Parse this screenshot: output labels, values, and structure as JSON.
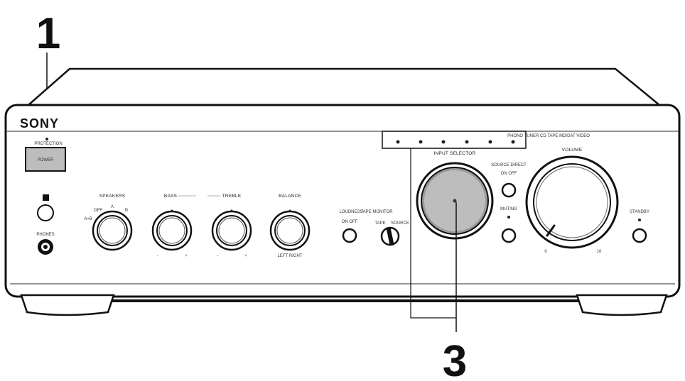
{
  "callouts": {
    "one": "1",
    "three": "3"
  },
  "panel": {
    "brand": "SONY",
    "protection_label": "PROTECTION",
    "power_label": "POWER",
    "phones_label": "PHONES",
    "speakers": {
      "label": "SPEAKERS",
      "off": "OFF",
      "a": "A",
      "b": "B",
      "ab": "A+B"
    },
    "bass": {
      "label": "BASS",
      "min": "-",
      "max": "+"
    },
    "treble": {
      "label": "TREBLE",
      "min": "-",
      "max": "+"
    },
    "balance": {
      "label": "BALANCE",
      "left_right": "LEFT  RIGHT"
    },
    "loudness": {
      "label": "LOUDNESS",
      "on_off": "ON  OFF"
    },
    "tape_monitor": {
      "label": "TAPE MONITOR",
      "tape": "TAPE",
      "source": "SOURCE"
    },
    "input_selector_label": "INPUT SELECTOR",
    "source_direct": {
      "label": "SOURCE DIRECT",
      "on_off": "ON  OFF"
    },
    "muting_label": "MUTING",
    "volume": {
      "label": "VOLUME",
      "min": "0",
      "max": "10"
    },
    "standby_label": "STANDBY",
    "input_indicators": "PHONO TUNER CD TAPE MD/DAT VIDEO"
  }
}
